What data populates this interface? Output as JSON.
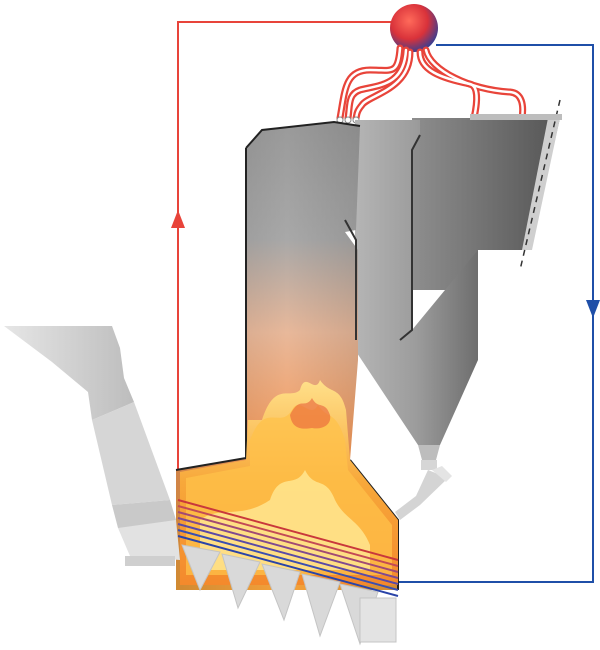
{
  "diagram": {
    "colors": {
      "riser": "#e8443a",
      "downcomer": "#1f4fa8",
      "drum_top": "#e23a3a",
      "drum_bottom": "#2a3f9a",
      "furnace_gray": "#9a9a9a",
      "cyclone_gray": "#8f8f8f",
      "hopper_gray": "#d2d2d2",
      "flame_yellow": "#ffd15a",
      "flame_orange": "#f07a35",
      "tube_red": "#d9483b",
      "tube_blue": "#3a4fb0"
    },
    "components": [
      "steam-drum",
      "riser-line",
      "downcomer-line",
      "furnace",
      "cyclone-separator",
      "fuel-hopper",
      "grate-tubes",
      "ash-hoppers",
      "return-leg"
    ],
    "flow_arrows": [
      "up",
      "down"
    ]
  }
}
